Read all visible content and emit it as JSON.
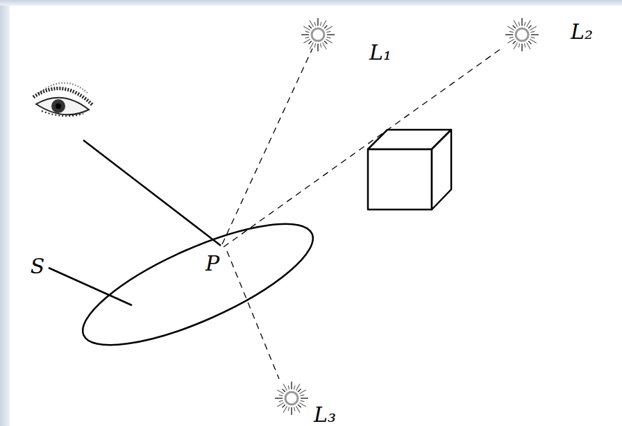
{
  "diagram": {
    "labels": [
      "L₁",
      "L₂",
      "L₃",
      "S",
      "P"
    ]
  }
}
